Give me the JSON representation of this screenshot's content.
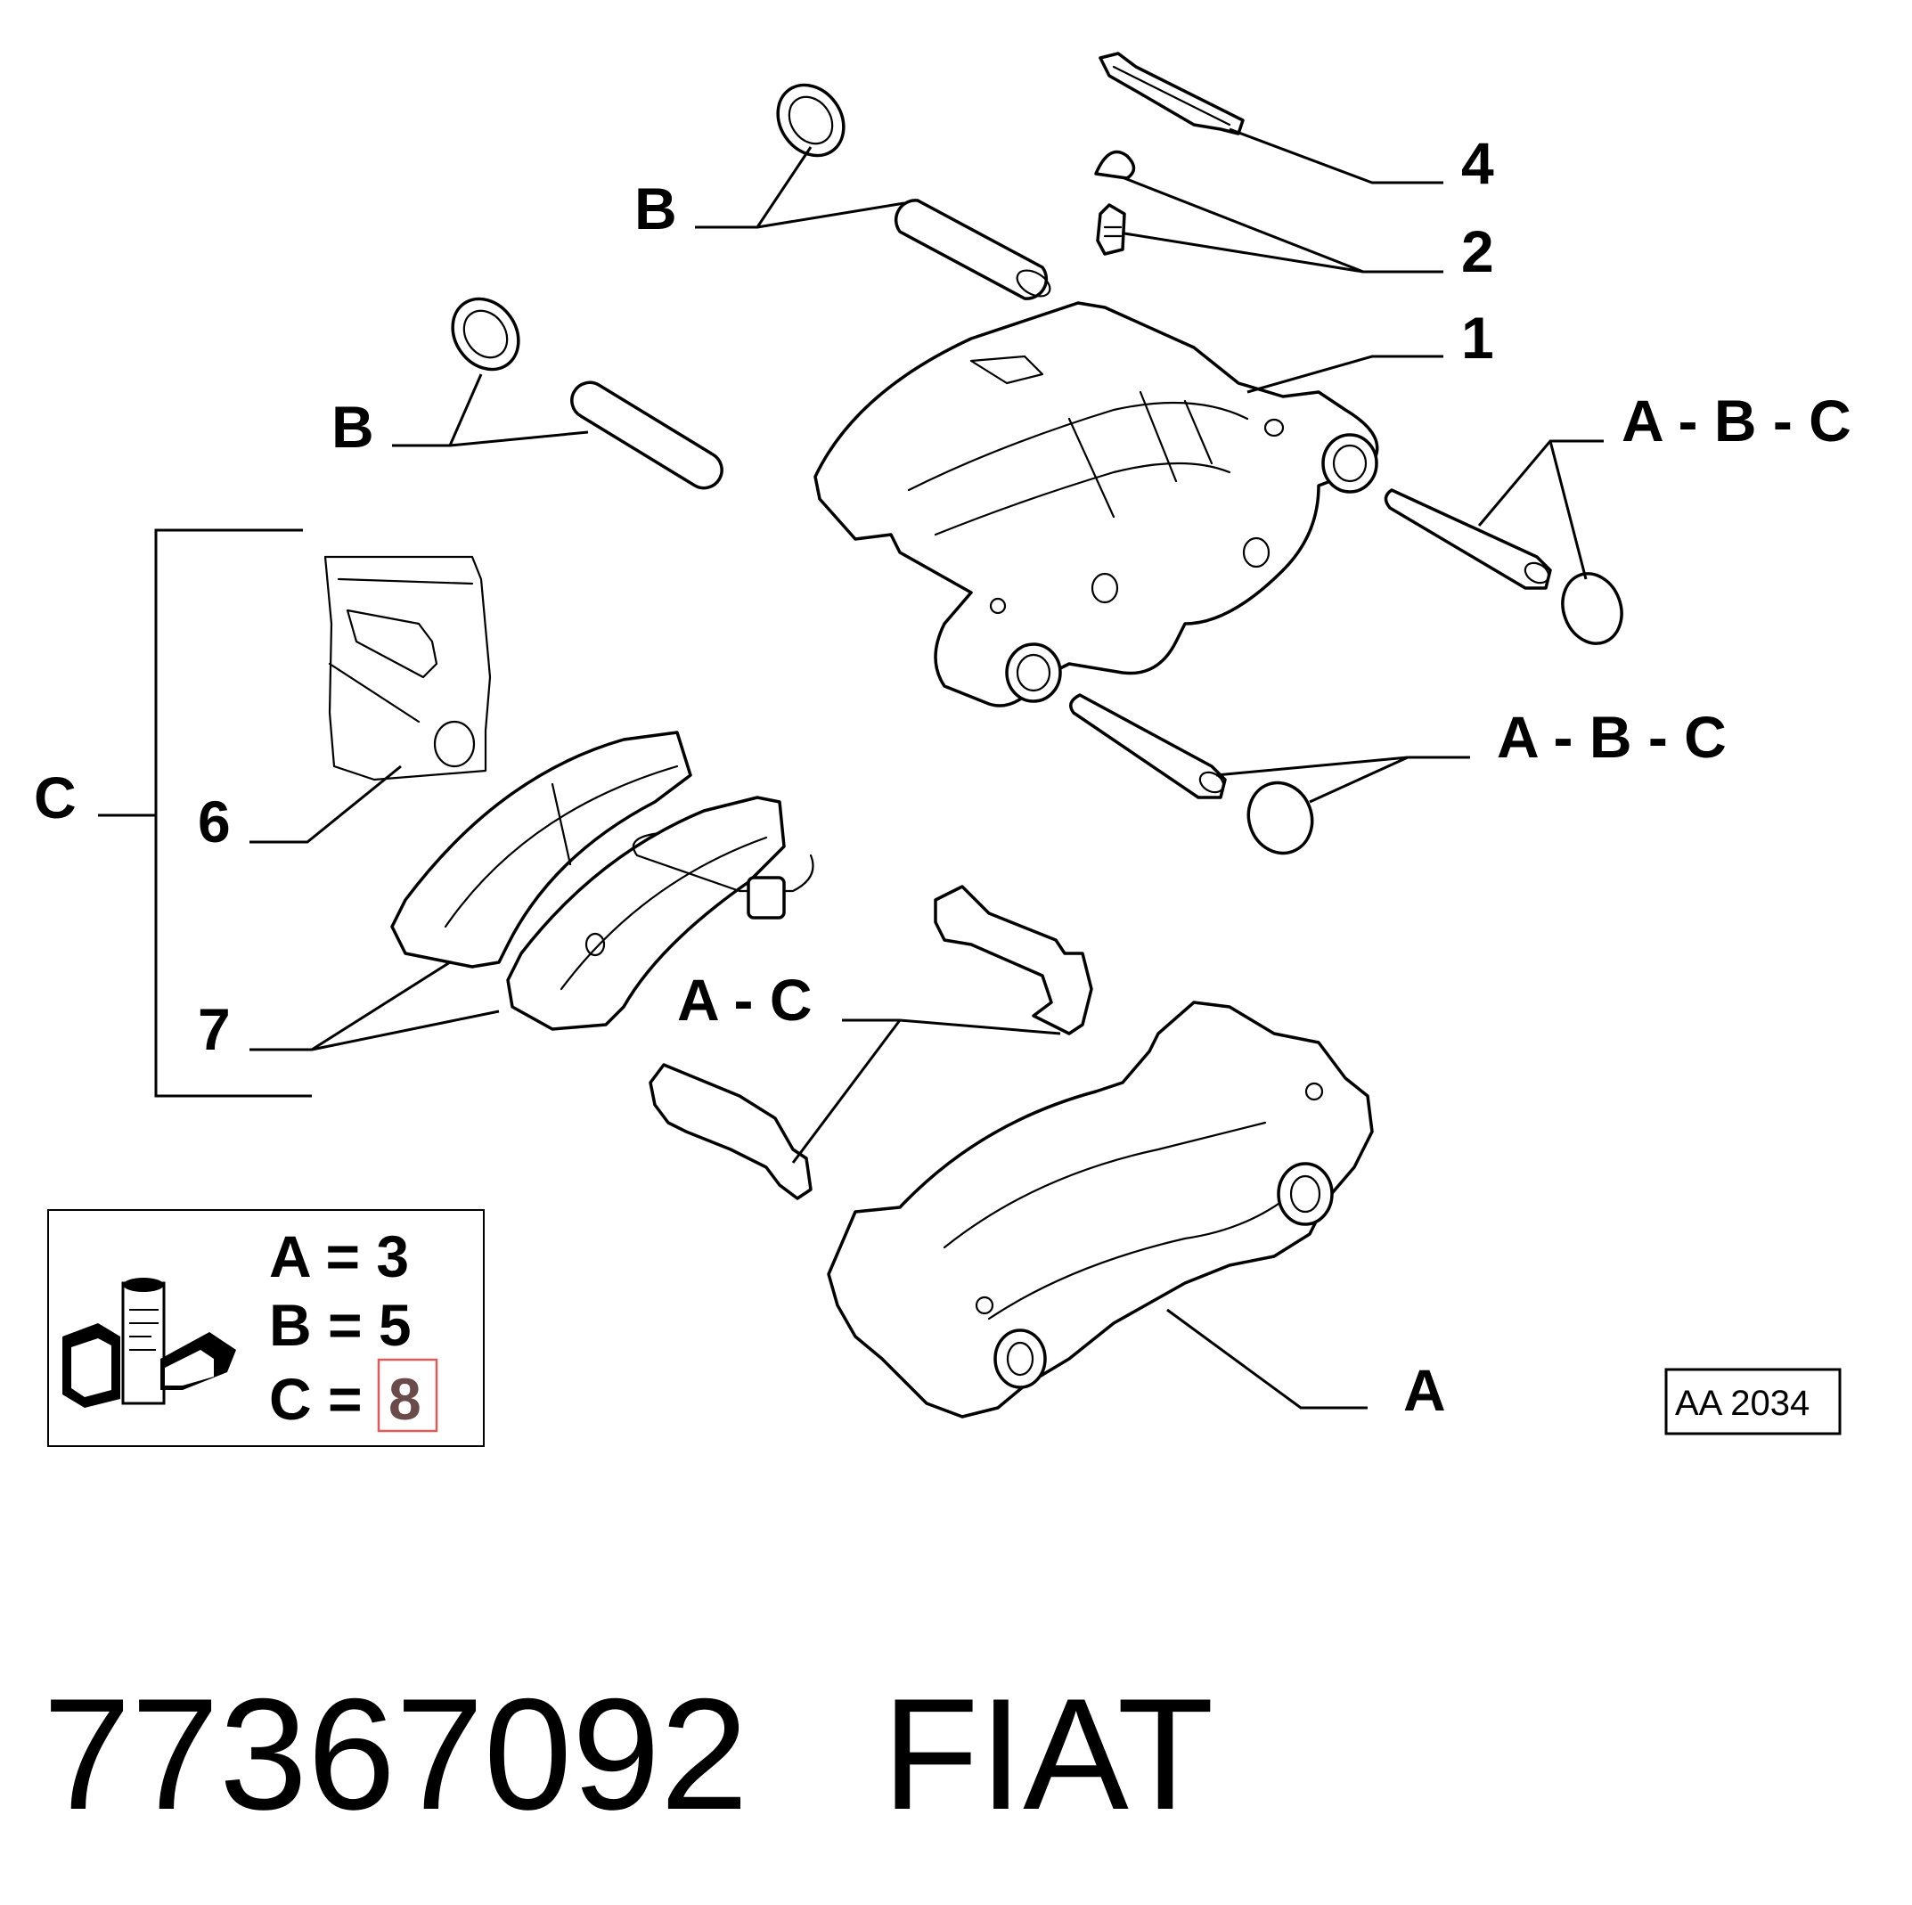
{
  "callouts": {
    "b_upper": "B",
    "b_lower": "B",
    "n4": "4",
    "n2": "2",
    "n1": "1",
    "abc_upper": "A - B - C",
    "abc_lower": "A - B - C",
    "c_group": "C",
    "n6": "6",
    "n7": "7",
    "ac": "A - C",
    "a": "A"
  },
  "legend": {
    "a_line": "A = 3",
    "b_line": "B = 5",
    "c_prefix": "C =",
    "c_value": "8",
    "highlight_color": "#e05a5a"
  },
  "drawing_code": "AA 2034",
  "footer": {
    "part_number": "77367092",
    "brand": "FIAT"
  }
}
